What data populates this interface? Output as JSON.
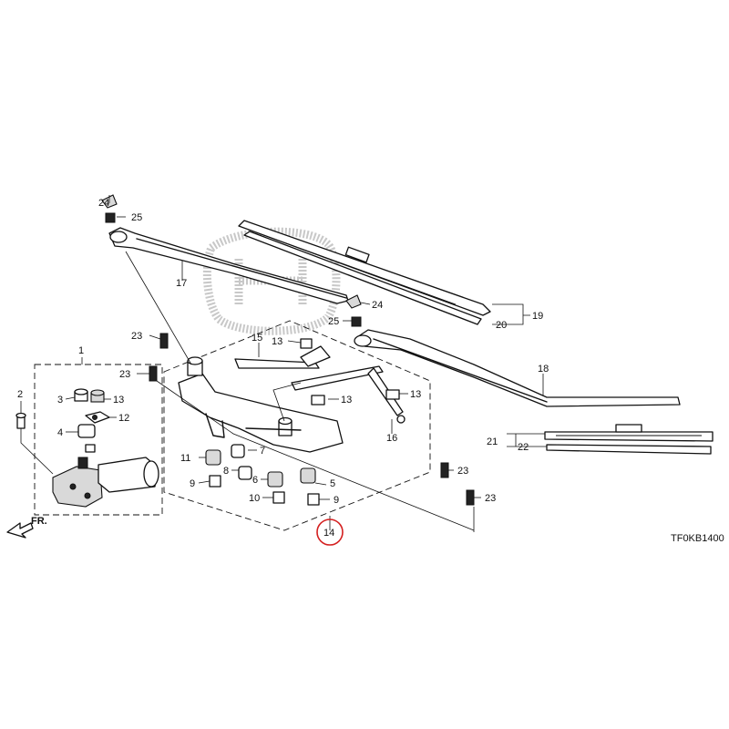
{
  "diagram": {
    "code": "TF0KB1400",
    "direction_label": "FR.",
    "callouts": {
      "c1": "1",
      "c2": "2",
      "c3": "3",
      "c4": "4",
      "c5": "5",
      "c6": "6",
      "c7": "7",
      "c8": "8",
      "c9a": "9",
      "c9b": "9",
      "c10": "10",
      "c11": "11",
      "c12": "12",
      "c13a": "13",
      "c13b": "13",
      "c13c": "13",
      "c13d": "13",
      "c14": "14",
      "c15": "15",
      "c16": "16",
      "c17": "17",
      "c18": "18",
      "c19": "19",
      "c20": "20",
      "c21": "21",
      "c22": "22",
      "c23a": "23",
      "c23b": "23",
      "c23c": "23",
      "c23d": "23",
      "c24a": "24",
      "c24b": "24",
      "c25a": "25",
      "c25b": "25"
    },
    "highlight_color": "#d42020"
  }
}
